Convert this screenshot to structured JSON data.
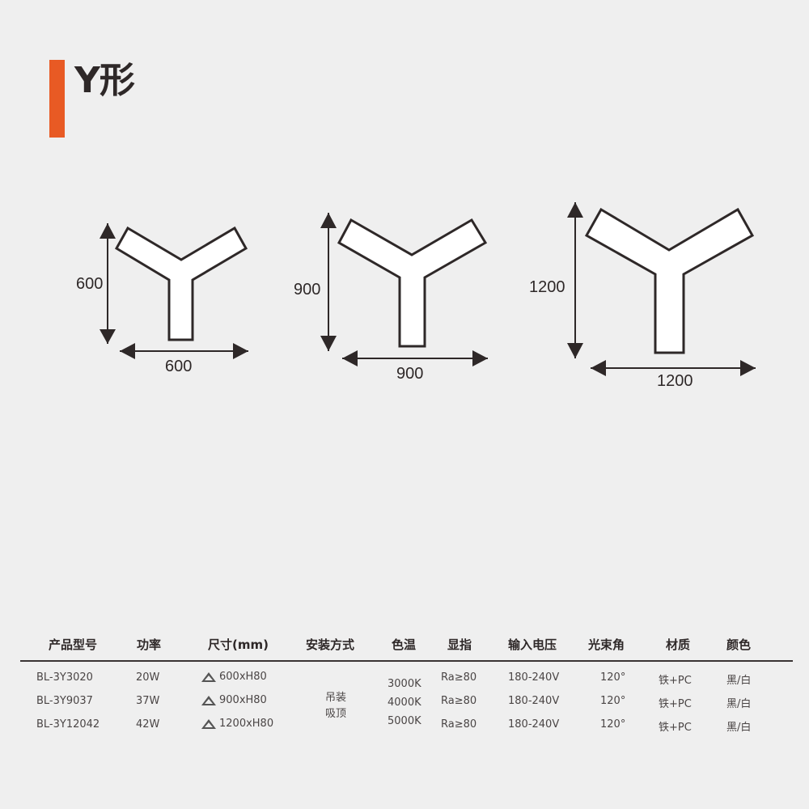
{
  "header": {
    "title": "Y形",
    "accent_color": "#e85a24"
  },
  "figures": [
    {
      "height_label": "600",
      "width_label": "600"
    },
    {
      "height_label": "900",
      "width_label": "900"
    },
    {
      "height_label": "1200",
      "width_label": "1200"
    }
  ],
  "table": {
    "headers": [
      "产品型号",
      "功率",
      "尺寸(mm)",
      "安装方式",
      "色温",
      "显指",
      "输入电压",
      "光束角",
      "材质",
      "颜色"
    ],
    "install_method": [
      "吊装",
      "吸顶"
    ],
    "color_temps": [
      "3000K",
      "4000K",
      "5000K"
    ],
    "rows": [
      {
        "model": "BL-3Y3020",
        "power": "20W",
        "size": "600xH80",
        "cri": "Ra≥80",
        "voltage": "180-240V",
        "beam": "120°",
        "material": "铁+PC",
        "color": "黑/白"
      },
      {
        "model": "BL-3Y9037",
        "power": "37W",
        "size": "900xH80",
        "cri": "Ra≥80",
        "voltage": "180-240V",
        "beam": "120°",
        "material": "铁+PC",
        "color": "黑/白"
      },
      {
        "model": "BL-3Y12042",
        "power": "42W",
        "size": "1200xH80",
        "cri": "Ra≥80",
        "voltage": "180-240V",
        "beam": "120°",
        "material": "铁+PC",
        "color": "黑/白"
      }
    ]
  }
}
